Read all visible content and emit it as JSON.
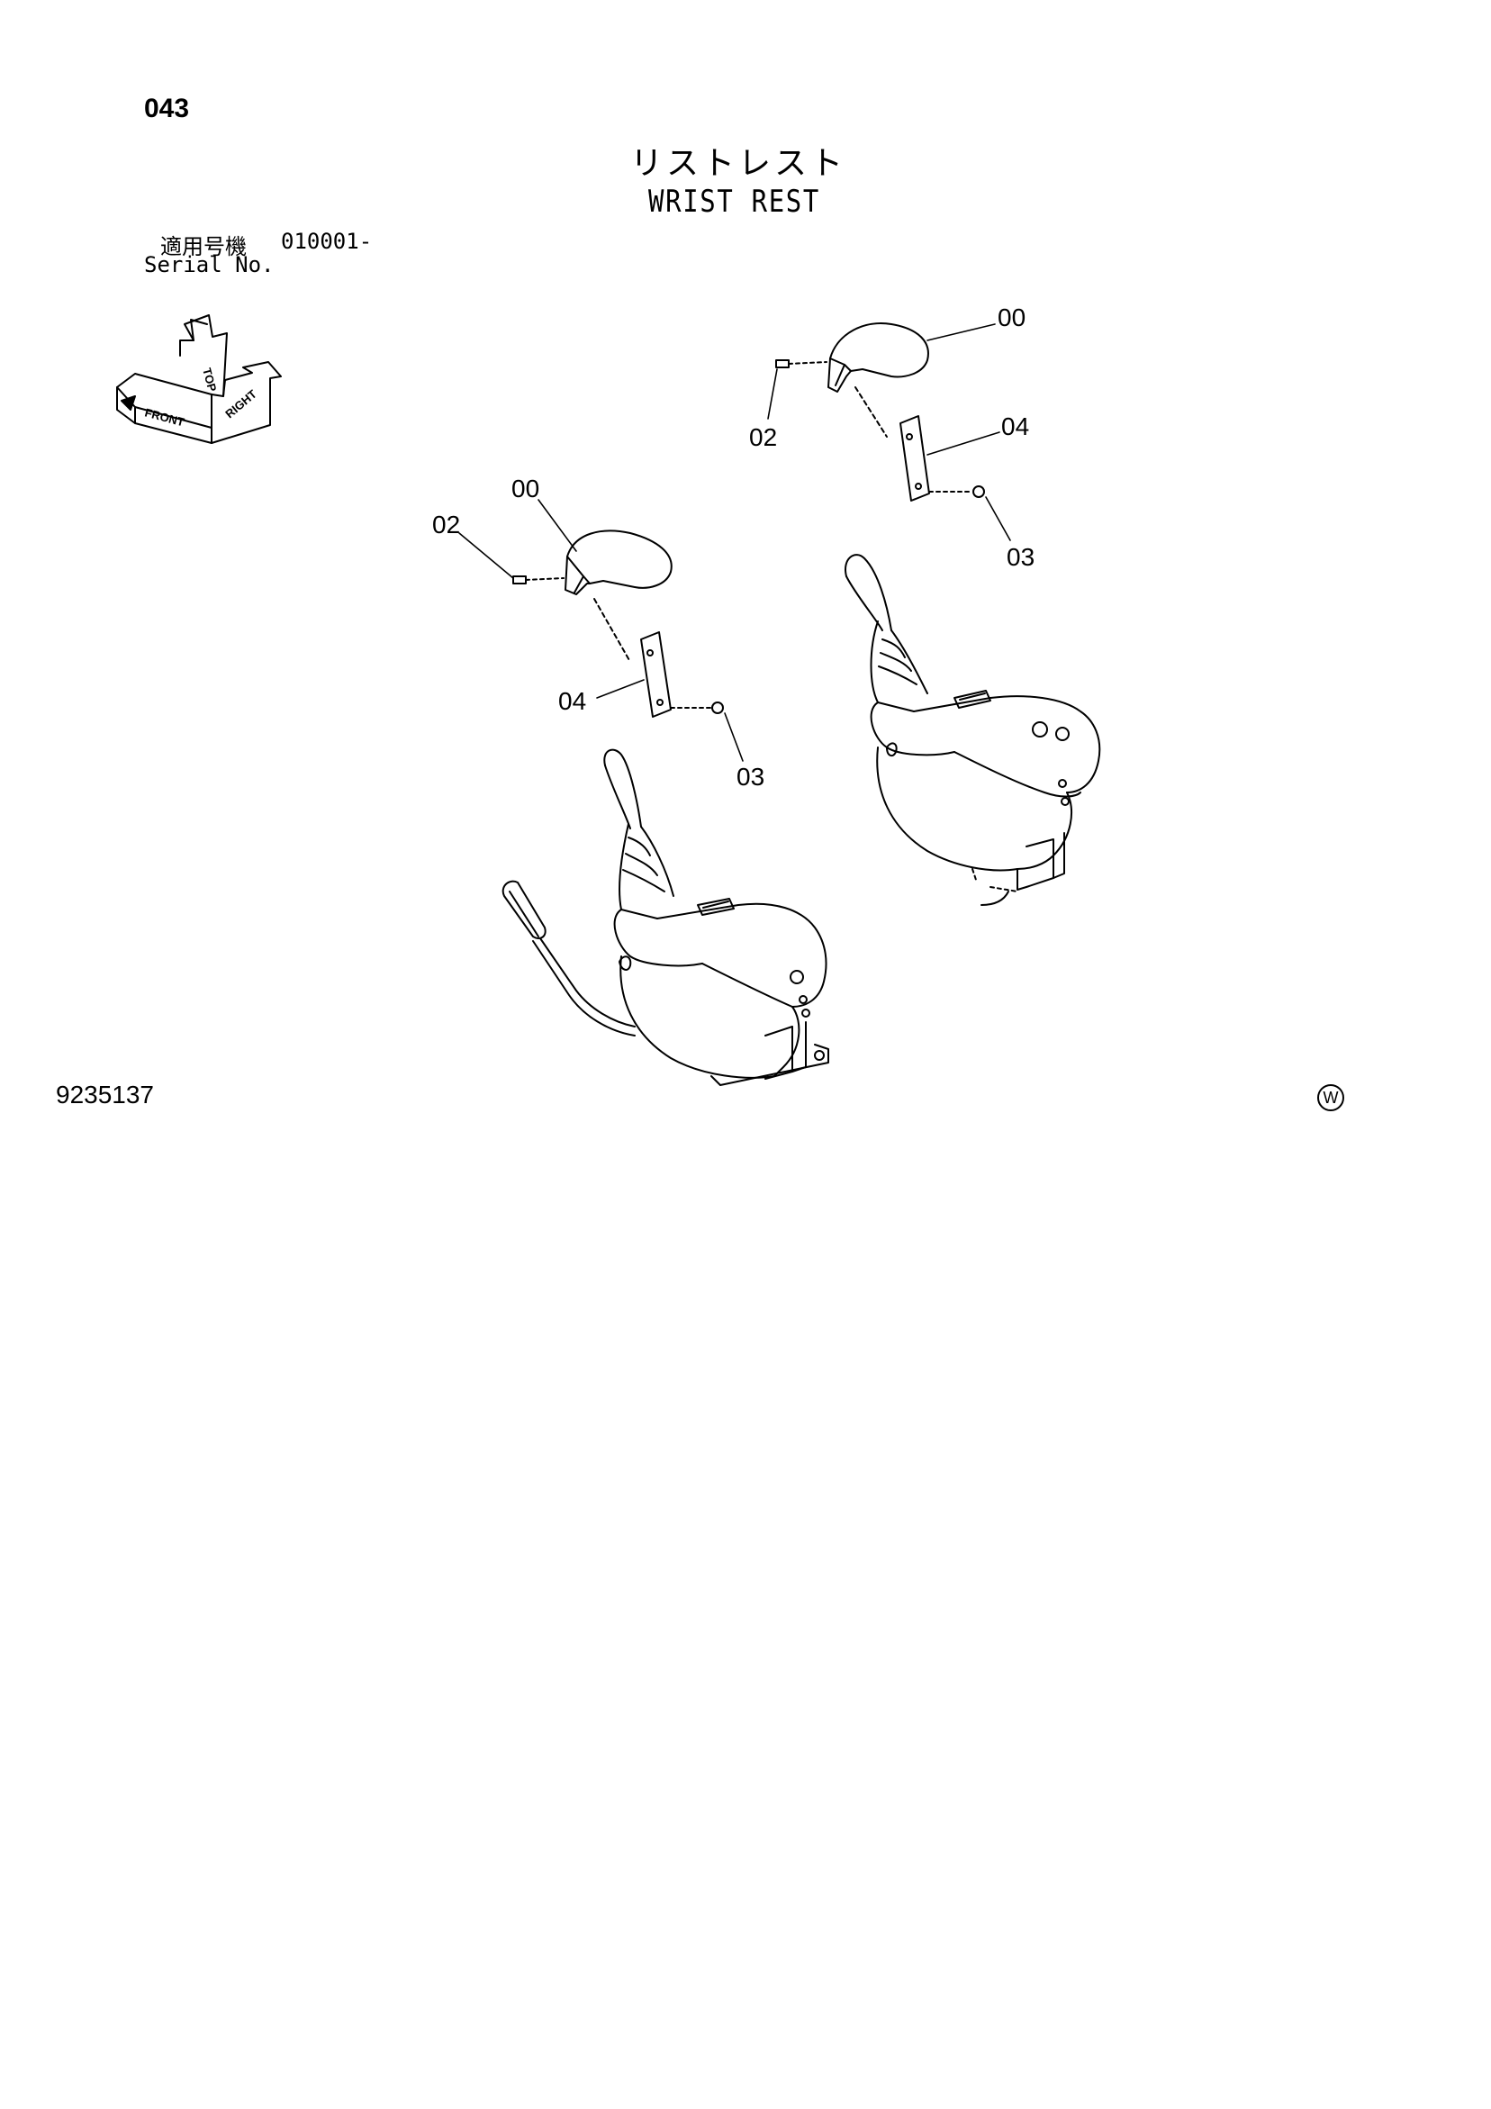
{
  "header": {
    "page_number": "043",
    "title_jp": "リストレスト",
    "title_en": "WRIST REST"
  },
  "serial": {
    "label_jp": "適用号機",
    "range": "010001-",
    "label_en": "Serial No."
  },
  "orientation_marker": {
    "labels": [
      "FRONT",
      "TOP",
      "RIGHT"
    ]
  },
  "callouts": {
    "right_rest": "00",
    "right_pin": "02",
    "right_bracket": "04",
    "right_nut": "03",
    "left_rest": "00",
    "left_pin": "02",
    "left_bracket": "04",
    "left_nut": "03"
  },
  "footer": {
    "figure_number": "9235137",
    "mark": "W"
  }
}
